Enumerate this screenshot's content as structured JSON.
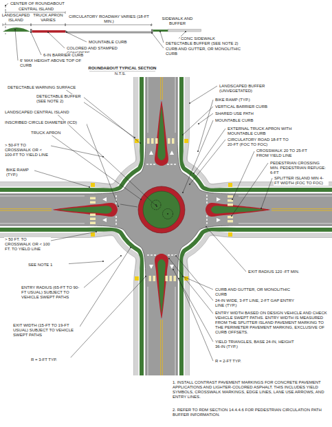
{
  "diagram": {
    "labels": [
      "CENTER OF ROUNDABOUT",
      "CENTRAL ISLAND",
      "LANDSCAPED ISLAND",
      "TRUCK APRON VARIES",
      "CIRCULATORY ROADWAY VARIES (18-FT MIN.)",
      "SIDEWALK AND BUFFER",
      "CONC SIDEWALK",
      "MOUNTABLE CURB",
      "DETECTABLE BUFFER (SEE NOTE 2)",
      "COLORED AND STAMPED CONCRETE",
      "CURB AND GUTTER, OR MONOLITHIC CURB",
      "6-IN BARRIER CURB",
      "6' MAX HEIGHT ABOVE TOP OF CURB",
      "ROUNDABOUT TYPICAL SECTION",
      "N.T.S.",
      "DETECTABLE WARNING SURFACE",
      "DETECTABLE BUFFER (SEE NOTE 2)",
      "LANDSCAPED CENTRAL ISLAND",
      "INSCRIBED CIRCLE DIAMETER (ICD)",
      "TRUCK APRON",
      "> 50-FT TO CROSSWALK OR < 100-FT TO YIELD LINE",
      "BIKE RAMP (TYP.)",
      "> 50 FT. TO CROSSWALK OR < 100 FT. TO YIELD LINE",
      "SEE NOTE 1",
      "ENTRY RADIUS (65-FT TO 90-FT USUAL) SUBJECT TO VEHICLE SWEPT PATHS",
      "EXIT WIDTH (15-FT TO 19-FT USUAL) SUBJECT TO VEHICLE SWEPT PATHS",
      "R = 3-FT TYP.",
      "LANDSCAPED BUFFER (UNVEGETATED)",
      "BIKE RAMP (TYP.)",
      "VERTICAL BARRIER CURB",
      "SHARED USE PATH",
      "MOUNTABLE CURB",
      "EXTERNAL TRUCK APRON WITH MOUNTABLE CURB",
      "CIRCULATORY ROAD 18-FT TO 20-FT (FOC TO FOC)",
      "CROSSWALK 20 TO 25-FT FROM YIELD LINE",
      "PEDESTRIAN CROSSING MIN. PEDESTRIAN REFUGE: 6-FT",
      "SPLITTER ISLAND MIN 4-FT WIDTH (FOC TO FOC)",
      "EXIT RADIUS 120 -FT MIN.",
      "CURB AND GUTTER, OR MONOLITHIC CURB",
      "24-IN WIDE, 3-FT LINE, 2-FT GAP ENTRY LINE (TYP.)",
      "ENTRY WIDTH BASED ON DESIGN VEHICLE AND CHECK VEHICLE SWEPT PATHS. ENTRY WIDTH IS MEASURED FROM THE SPLITTER ISLAND PAVEMENT MARKING TO THE PERIMETER PAVEMENT MARKING, EXCLUSIVE OF CURB OFFSETS.",
      "YIELD TRIANGLES, BASE 24-IN, HEIGHT 36-IN (TYP.)",
      "R = 2-FT TYP.",
      "1. INSTALL CONTRAST PAVEMENT MARKINGS FOR CONCRETE PAVEMENT APPLICATIONS AND LIGHTER-COLORED ASPHALT. THIS INCLUDES YIELD SYMBOLS, CROSSWALK MARKINGS, EDGE LINES, LANE USE ARROWS, AND ENTRY LINES.",
      "2. REFER TO RDM SECTION 14.4.4.6 FOR PEDESTRIAN CIRCULATION PATH BUFFER INFORMATION."
    ]
  }
}
